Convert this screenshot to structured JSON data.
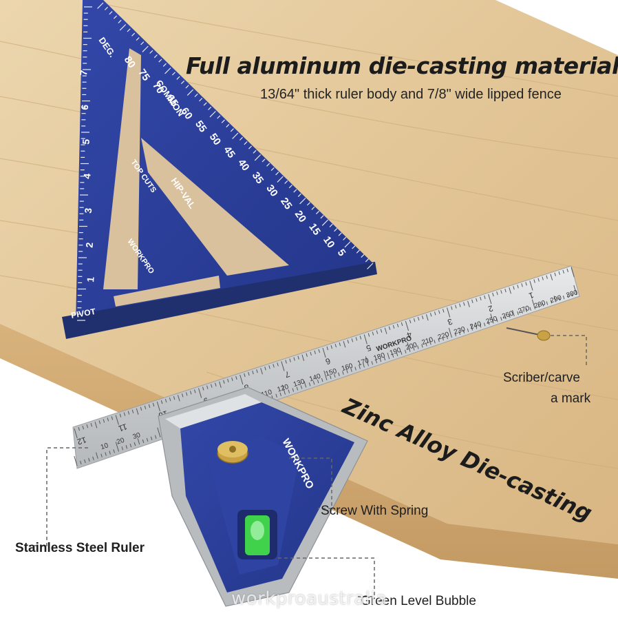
{
  "headline": "Full aluminum die-casting material",
  "subline": "13/64\" thick ruler body and 7/8\" wide lipped fence",
  "zinc_text": "Zinc Alloy Die-casting",
  "callouts": {
    "scriber": [
      "Scriber/carve",
      "a mark"
    ],
    "screw": "Screw With Spring",
    "ruler": "Stainless Steel Ruler",
    "bubble": "Green Level Bubble"
  },
  "brand": "WORKPRO",
  "watermark": "workproaustralia",
  "rafter_square": {
    "markings": [
      "DEG.",
      "COMMON",
      "HIP-VAL",
      "TOP CUTS",
      "PIVOT"
    ],
    "degree_numbers": [
      "80",
      "75",
      "70",
      "65",
      "60",
      "55",
      "50",
      "45",
      "40",
      "35",
      "30",
      "25",
      "20",
      "15",
      "10",
      "5"
    ],
    "inch_numbers": [
      "1",
      "2",
      "3",
      "4",
      "5",
      "6",
      "7"
    ]
  },
  "steel_ruler": {
    "inch_numbers": [
      "1",
      "2",
      "3",
      "4",
      "5",
      "6",
      "7",
      "8",
      "9",
      "10",
      "11",
      "12"
    ],
    "mm_numbers": [
      "10",
      "20",
      "30",
      "100",
      "110",
      "120",
      "130",
      "140",
      "150",
      "160",
      "170",
      "180",
      "190",
      "200",
      "210",
      "220",
      "230",
      "240",
      "250",
      "260",
      "270",
      "280",
      "290",
      "300"
    ]
  },
  "colors": {
    "aluminum_blue": "#2b3f9c",
    "wood": "#e3c89d",
    "steel": "#cfd2d4",
    "bubble": "#3fd24a",
    "brass": "#c9a245"
  }
}
